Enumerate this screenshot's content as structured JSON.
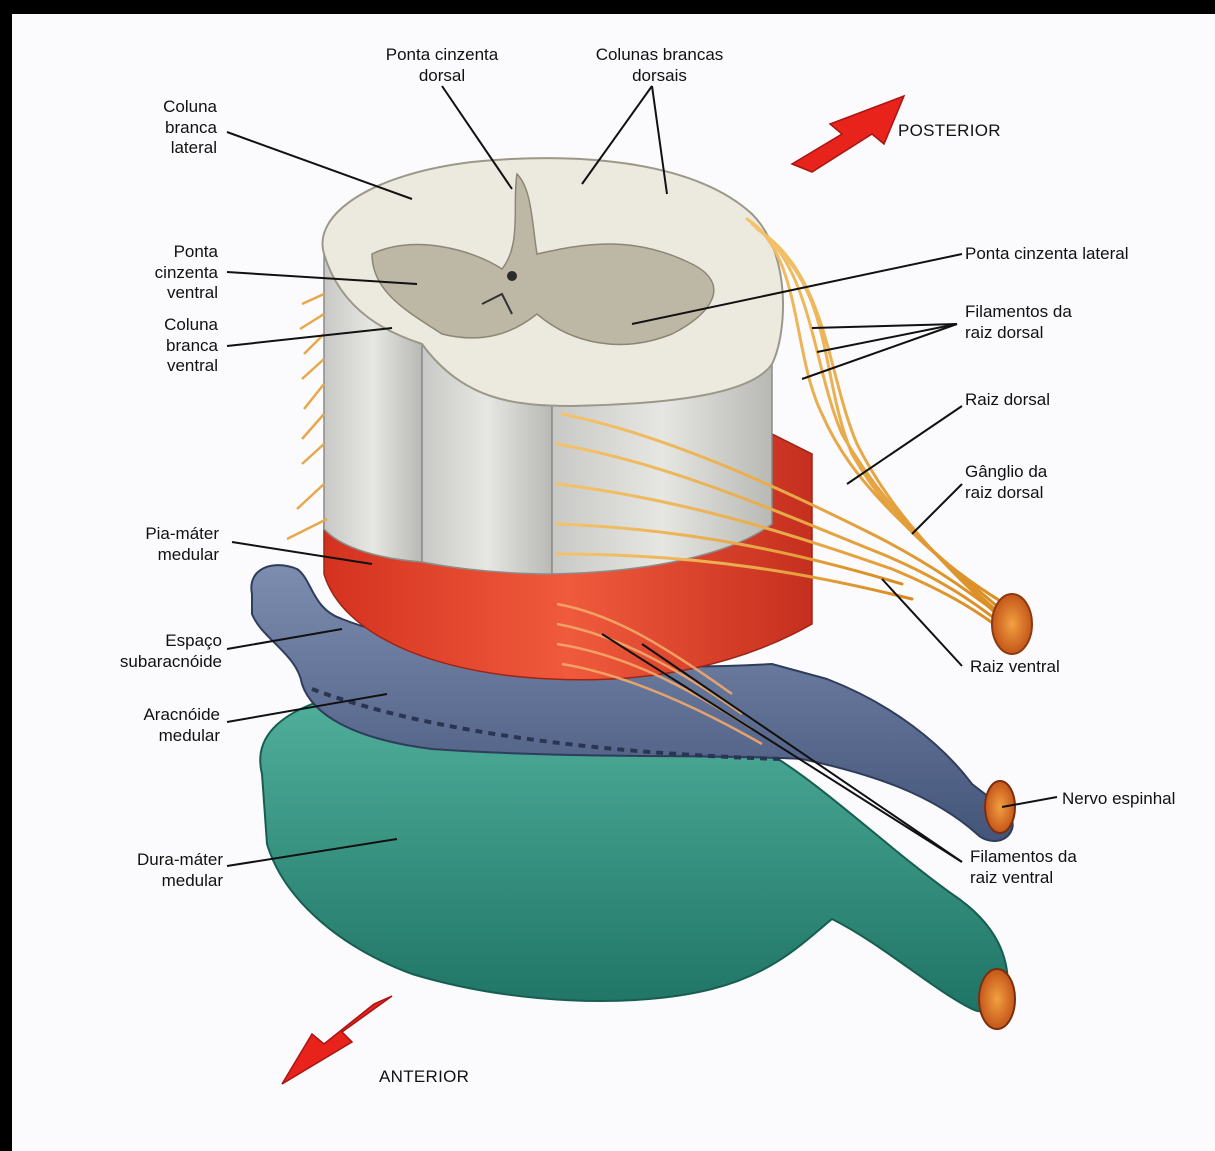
{
  "labels": {
    "coluna_branca_lateral": "Coluna\nbranca\nlateral",
    "ponta_cinzenta_dorsal": "Ponta cinzenta\ndorsal",
    "colunas_brancas_dorsais": "Colunas brancas\ndorsais",
    "posterior": "POSTERIOR",
    "ponta_cinzenta_ventral": "Ponta\ncinzenta\nventral",
    "ponta_cinzenta_lateral": "Ponta cinzenta lateral",
    "coluna_branca_ventral": "Coluna\nbranca\nventral",
    "filamentos_raiz_dorsal": "Filamentos da\nraiz dorsal",
    "raiz_dorsal": "Raiz dorsal",
    "ganglio_raiz_dorsal": "Gânglio da\nraiz dorsal",
    "pia_mater_medular": "Pia-máter\nmedular",
    "espaco_subaracnoide": "Espaço\nsubaracnóide",
    "raiz_ventral": "Raiz ventral",
    "aracnoide_medular": "Aracnóide\nmedular",
    "nervo_espinhal": "Nervo espinhal",
    "dura_mater_medular": "Dura-máter\nmedular",
    "filamentos_raiz_ventral": "Filamentos da\nraiz ventral",
    "anterior": "ANTERIOR"
  },
  "colors": {
    "white_matter": "#e9e6dc",
    "gray_matter": "#b7b1a0",
    "pia_mater": "#e8452f",
    "arachnoid": "#56698e",
    "dura_mater": "#2e8a78",
    "nerve_roots": "#eda33a",
    "arrow": "#e8231b"
  }
}
